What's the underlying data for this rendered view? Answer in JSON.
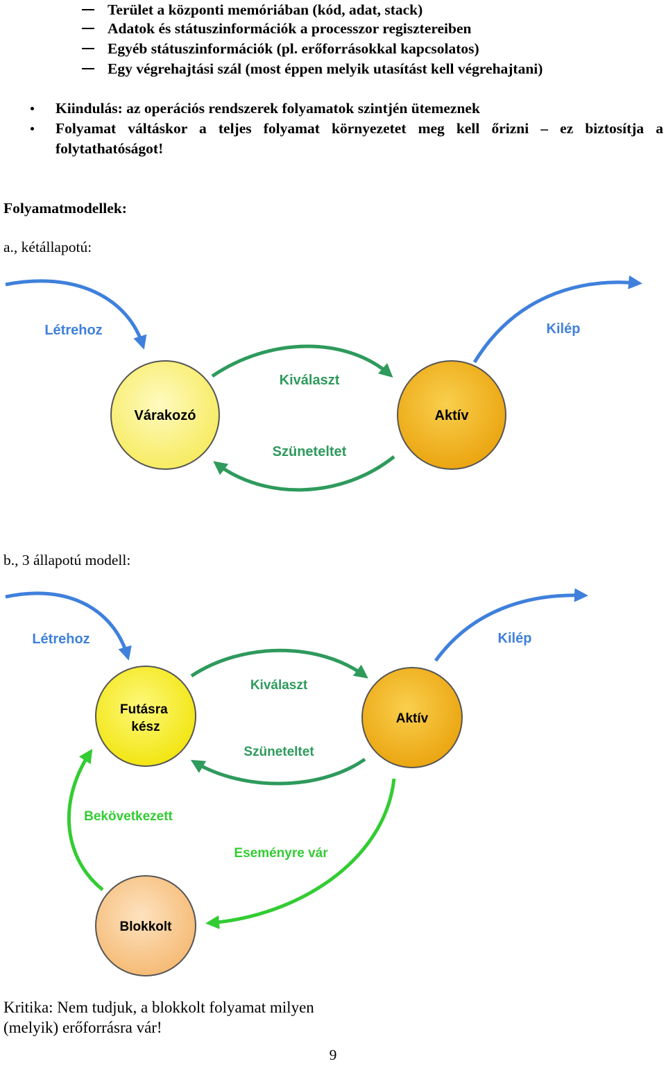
{
  "dash_items": [
    "Terület a központi memóriában (kód, adat, stack)",
    "Adatok és státuszinformációk a processzor regisztereiben",
    "Egyéb státuszinformációk (pl. erőforrásokkal kapcsolatos)",
    "Egy végrehajtási szál (most éppen melyik utasítást kell végrehajtani)"
  ],
  "bullets": [
    "Kiindulás: az operációs rendszerek folyamatok szintjén ütemeznek",
    "Folyamat váltáskor a teljes folyamat környezetet meg kell őrizni – ez biztosítja a",
    "folytathatóságot!"
  ],
  "section_heading": "Folyamatmodellek:",
  "diagram_a": {
    "caption": "a., kétállapotú:",
    "label_create": "Létrehoz",
    "label_exit": "Kilép",
    "label_select": "Kiválaszt",
    "label_suspend": "Szüneteltet",
    "state_waiting": "Várakozó",
    "state_active": "Aktív",
    "colors": {
      "blue_arrow": "#3f80dc",
      "green_arrow": "#2e9a5c",
      "waiting_fill": "#fbf27a",
      "active_fill": "#f2b31a"
    }
  },
  "diagram_b": {
    "caption": "b., 3 állapotú modell:",
    "label_create": "Létrehoz",
    "label_exit": "Kilép",
    "label_select": "Kiválaszt",
    "label_suspend": "Szüneteltet",
    "label_occurred": "Bekövetkezett",
    "label_wait_event": "Eseményre vár",
    "state_ready_line1": "Futásra",
    "state_ready_line2": "kész",
    "state_active": "Aktív",
    "state_blocked": "Blokkolt",
    "colors": {
      "blue_arrow": "#3f80dc",
      "green_arrow": "#2e9a5c",
      "bright_green": "#33cc33",
      "ready_fill": "#f7ee10",
      "active_fill": "#f2b31a",
      "blocked_fill": "#f8c588"
    }
  },
  "critique_line1": "Kritika: Nem tudjuk, a blokkolt folyamat milyen",
  "critique_line2": "(melyik) erőforrásra vár!",
  "page_number": "9"
}
